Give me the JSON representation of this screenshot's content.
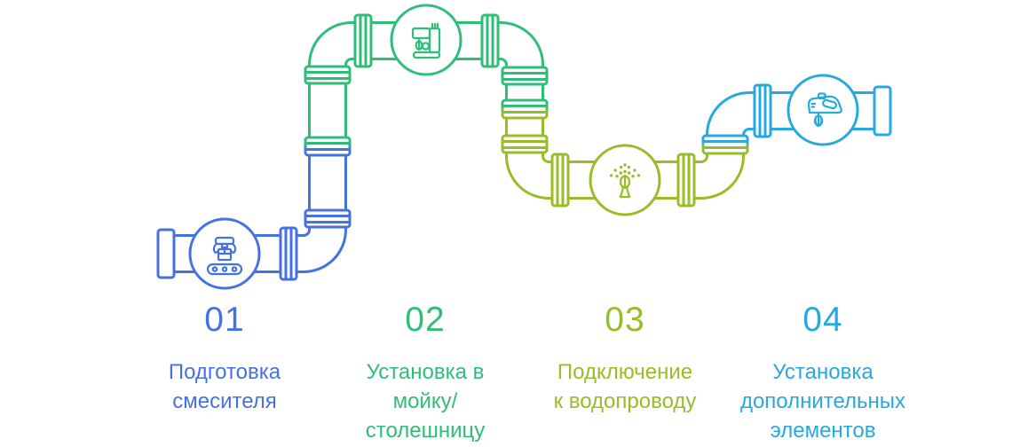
{
  "infographic": {
    "background": "#FFFFFF",
    "steps": [
      {
        "number": "01",
        "title": "Подготовка\nсмесителя",
        "color": "#4472E3",
        "icon": "robot-arm-conveyor-icon"
      },
      {
        "number": "02",
        "title": "Установка в\nмойку/\nстолешницу",
        "color": "#2EBE78",
        "icon": "stand-mixer-icon"
      },
      {
        "number": "03",
        "title": "Подключение\nк водопроводу",
        "color": "#97BD27",
        "icon": "water-spray-icon"
      },
      {
        "number": "04",
        "title": "Установка\nдополнительных\nэлементов",
        "color": "#27A9E0",
        "icon": "hand-mixer-icon"
      }
    ]
  }
}
